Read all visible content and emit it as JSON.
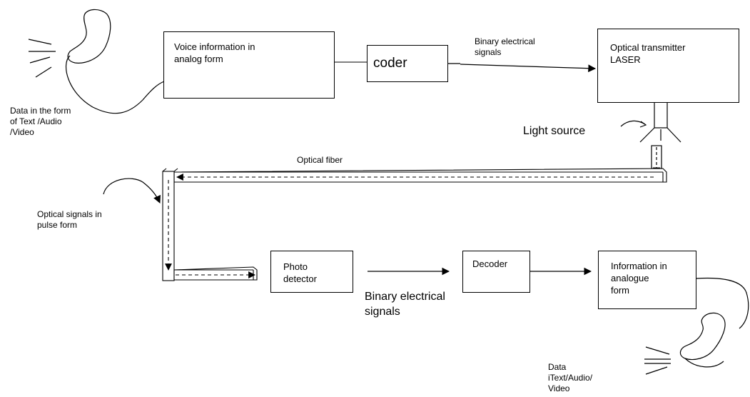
{
  "boxes": {
    "voice": "Voice information in\nanalog form",
    "coder": "coder",
    "transmitter": "Optical transmitter\nLASER",
    "photo_detector": "Photo\ndetector",
    "decoder": "Decoder",
    "information": "Information in\nanalogue\nform"
  },
  "labels": {
    "data_input": "Data in the form\nof  Text /Audio\n/Video",
    "binary_top": "Binary electrical\nsignals",
    "light_source": "Light source",
    "optical_fiber": "Optical fiber",
    "optical_signals": "Optical signals in\npulse form",
    "binary_bottom": "Binary electrical\nsignals",
    "data_output": "Data\niText/Audio/\nVideo"
  }
}
